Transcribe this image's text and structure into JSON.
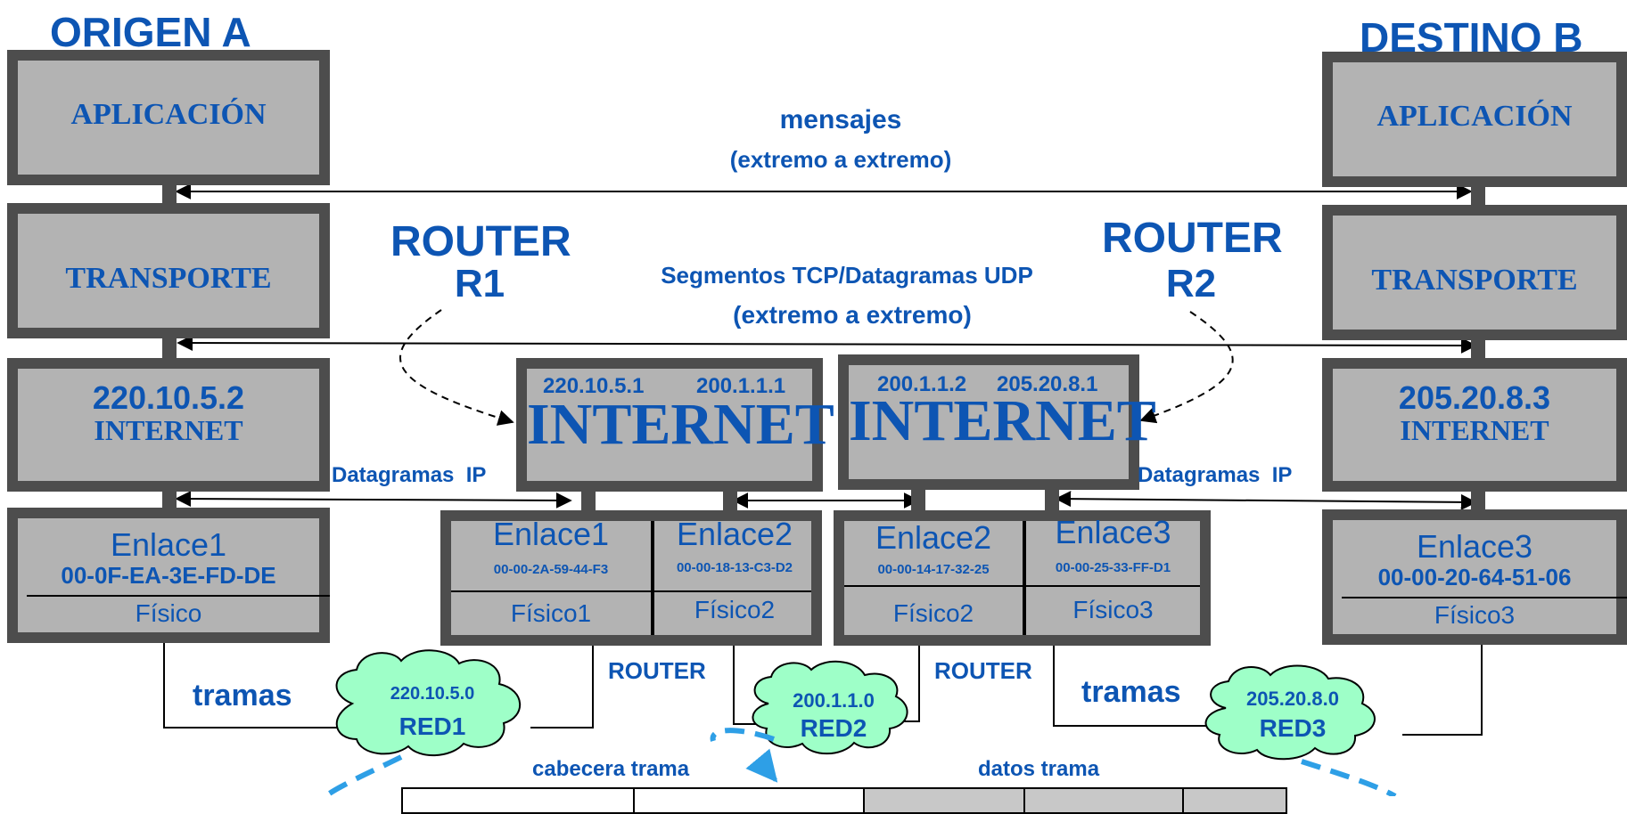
{
  "origin": {
    "title": "ORIGEN A",
    "app": "APLICACIÓN",
    "transport": "TRANSPORTE",
    "ip": "220.10.5.2",
    "internet": "INTERNET",
    "link": "Enlace1",
    "mac": "00-0F-EA-3E-FD-DE",
    "phys": "Físico"
  },
  "destination": {
    "title": "DESTINO B",
    "app": "APLICACIÓN",
    "transport": "TRANSPORTE",
    "ip": "205.20.8.3",
    "internet": "INTERNET",
    "link": "Enlace3",
    "mac": "00-00-20-64-51-06",
    "phys": "Físico3"
  },
  "r1": {
    "label_line1": "ROUTER",
    "label_line2": "R1",
    "ip_left": "220.10.5.1",
    "ip_right": "200.1.1.1",
    "internet": "INTERNET",
    "link_left": "Enlace1",
    "mac_left": "00-00-2A-59-44-F3",
    "phys_left": "Físico1",
    "link_right": "Enlace2",
    "mac_right": "00-00-18-13-C3-D2",
    "phys_right": "Físico2",
    "bottom_label": "ROUTER"
  },
  "r2": {
    "label_line1": "ROUTER",
    "label_line2": "R2",
    "ip_left": "200.1.1.2",
    "ip_right": "205.20.8.1",
    "internet": "INTERNET",
    "link_left": "Enlace2",
    "mac_left": "00-00-14-17-32-25",
    "phys_left": "Físico2",
    "link_right": "Enlace3",
    "mac_right": "00-00-25-33-FF-D1",
    "phys_right": "Físico3",
    "bottom_label": "ROUTER"
  },
  "labels": {
    "mensajes": "mensajes",
    "extremo1": "(extremo a extremo)",
    "segmentos": "Segmentos TCP/Datagramas UDP",
    "extremo2": "(extremo a extremo)",
    "datagramas_left": "Datagramas  IP",
    "datagramas_right": "Datagramas  IP",
    "tramas_left": "tramas",
    "tramas_right": "tramas",
    "cabecera": "cabecera trama",
    "datos": "datos trama"
  },
  "networks": [
    {
      "ip": "220.10.5.0",
      "name": "RED1"
    },
    {
      "ip": "200.1.1.0",
      "name": "RED2"
    },
    {
      "ip": "205.20.8.0",
      "name": "RED3"
    }
  ],
  "colors": {
    "blue": "#0d55b3",
    "box_fill": "#b3b3b3",
    "box_border": "#4d4d4d",
    "cloud_fill": "#9effc8",
    "dashed_blue": "#2e9fe6"
  }
}
